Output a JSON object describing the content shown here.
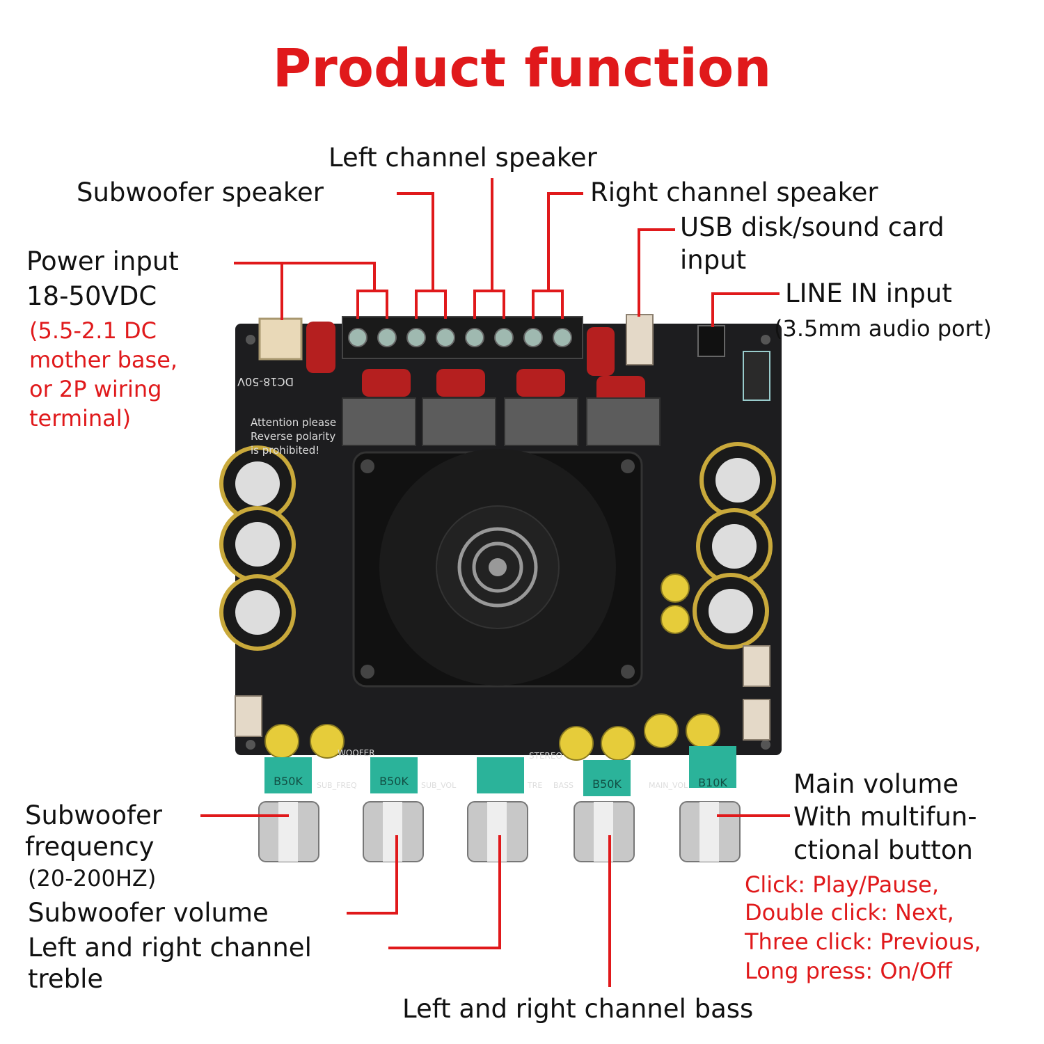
{
  "title": "Product function",
  "labels": {
    "left_channel_speaker": "Left channel speaker",
    "subwoofer_speaker": "Subwoofer speaker",
    "right_channel_speaker": "Right channel speaker",
    "usb_input": [
      "USB disk/sound card",
      "input"
    ],
    "power_input": [
      "Power input",
      "18-50VDC"
    ],
    "power_input_note": [
      "(5.5-2.1 DC",
      "mother base,",
      "or 2P wiring",
      "terminal)"
    ],
    "line_in": [
      "LINE IN input",
      "(3.5mm audio port)"
    ],
    "subwoofer_frequency": [
      "Subwoofer",
      "frequency",
      "(20-200HZ)"
    ],
    "subwoofer_volume": "Subwoofer volume",
    "treble": [
      "Left and right channel",
      "treble"
    ],
    "bass": "Left and right channel bass",
    "main_volume": [
      "Main volume",
      "With multifun-",
      "ctional button"
    ],
    "main_volume_note": [
      "Click: Play/Pause,",
      "Double click: Next,",
      "Three click: Previous,",
      "Long press: On/Off"
    ]
  },
  "board_markings": {
    "power_label": "DC18-50V",
    "warning": [
      "Attention please",
      "Reverse polarity",
      "is prohibited!"
    ],
    "pot_values": [
      "B50K",
      "B50K",
      "B50K",
      "B10K"
    ],
    "pot_labels": [
      "SUB_FREQ",
      "SUB_VOL",
      "TRE",
      "BASS",
      "MAIN_VOL"
    ],
    "stereo": "STEREO",
    "woofer": "WOOFER"
  },
  "colors": {
    "accent": "#e0191b",
    "board": "#1d1d1f"
  }
}
